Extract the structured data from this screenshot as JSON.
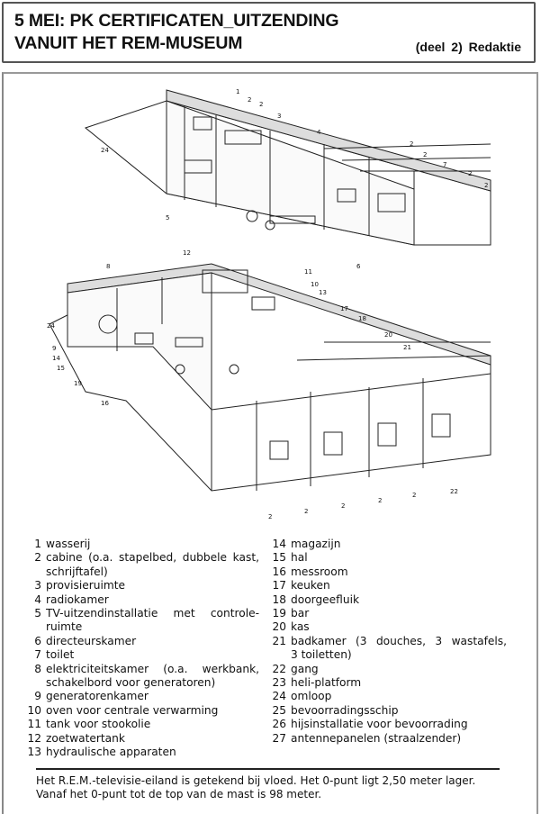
{
  "header": {
    "title_line1": "5 MEI: PK CERTIFICATEN_UITZENDING",
    "title_line2": "VANUIT HET REM-MUSEUM",
    "byline": "(deel 2)  Redaktie"
  },
  "drawing": {
    "top_callouts": [
      "1",
      "2",
      "2",
      "3",
      "4",
      "2",
      "2",
      "7",
      "2",
      "2",
      "24",
      "5",
      "6"
    ],
    "bottom_callouts": [
      "8",
      "12",
      "11",
      "10",
      "13",
      "17",
      "18",
      "20",
      "21",
      "24",
      "9",
      "14",
      "15",
      "19",
      "16",
      "2",
      "2",
      "2",
      "2",
      "2",
      "22"
    ]
  },
  "legend": [
    {
      "num": "1",
      "text": "wasserij"
    },
    {
      "num": "2",
      "text": "cabine (o.a. stapelbed, dubbele kast,",
      "cont": "schrijftafel)"
    },
    {
      "num": "3",
      "text": "provisieruimte"
    },
    {
      "num": "4",
      "text": "radiokamer"
    },
    {
      "num": "5",
      "text": "TV-uitzendinstallatie met controle-",
      "cont": "ruimte"
    },
    {
      "num": "6",
      "text": "directeurskamer"
    },
    {
      "num": "7",
      "text": "toilet"
    },
    {
      "num": "8",
      "text": "elektriciteitskamer (o.a. werkbank,",
      "cont": "schakelbord voor generatoren)"
    },
    {
      "num": "9",
      "text": "generatorenkamer"
    },
    {
      "num": "10",
      "text": "oven voor centrale verwarming"
    },
    {
      "num": "11",
      "text": "tank voor stookolie"
    },
    {
      "num": "12",
      "text": "zoetwatertank"
    },
    {
      "num": "13",
      "text": "hydraulische apparaten"
    },
    {
      "num": "14",
      "text": "magazijn"
    },
    {
      "num": "15",
      "text": "hal"
    },
    {
      "num": "16",
      "text": "messroom"
    },
    {
      "num": "17",
      "text": "keuken"
    },
    {
      "num": "18",
      "text": "doorgeefluik"
    },
    {
      "num": "19",
      "text": "bar"
    },
    {
      "num": "20",
      "text": "kas"
    },
    {
      "num": "21",
      "text": "badkamer (3 douches, 3 wastafels,",
      "cont": "3 toiletten)"
    },
    {
      "num": "22",
      "text": "gang"
    },
    {
      "num": "23",
      "text": "heli-platform"
    },
    {
      "num": "24",
      "text": "omloop"
    },
    {
      "num": "25",
      "text": "bevoorradingsschip"
    },
    {
      "num": "26",
      "text": "hijsinstallatie voor bevoorrading"
    },
    {
      "num": "27",
      "text": "antennepanelen (straalzender)"
    }
  ],
  "footnote": {
    "line1": "Het R.E.M.-televisie-eiland is getekend bij vloed. Het 0-punt ligt 2,50 meter lager.",
    "line2": "Vanaf het 0-punt tot de top van de mast is 98 meter."
  }
}
